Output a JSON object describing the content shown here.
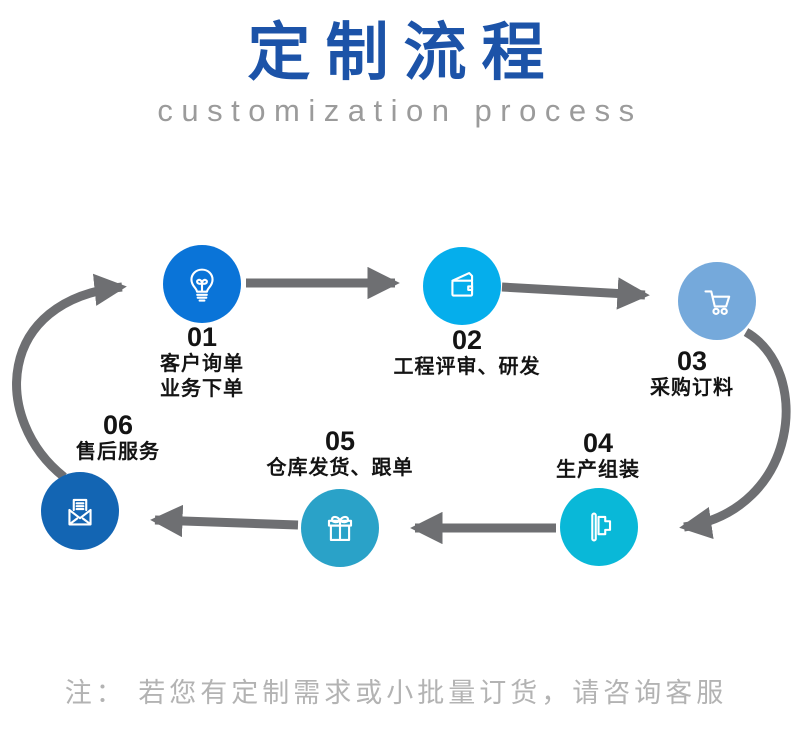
{
  "header": {
    "title": "定制流程",
    "subtitle": "customization process"
  },
  "steps": [
    {
      "num": "01",
      "label_lines": [
        "客户询单",
        "业务下单"
      ],
      "icon": "lightbulb-icon",
      "color": "#0a74d8"
    },
    {
      "num": "02",
      "label_lines": [
        "工程评审、研发"
      ],
      "icon": "wallet-icon",
      "color": "#05aeec"
    },
    {
      "num": "03",
      "label_lines": [
        "采购订料"
      ],
      "icon": "cart-icon",
      "color": "#75a9db"
    },
    {
      "num": "04",
      "label_lines": [
        "生产组装"
      ],
      "icon": "flag-icon",
      "color": "#09b8d8"
    },
    {
      "num": "05",
      "label_lines": [
        "仓库发货、跟单"
      ],
      "icon": "gift-icon",
      "color": "#2aa2c8"
    },
    {
      "num": "06",
      "label_lines": [
        "售后服务"
      ],
      "icon": "envelope-icon",
      "color": "#1365b3"
    }
  ],
  "note": "注： 若您有定制需求或小批量订货，请咨询客服",
  "colors": {
    "title": "#1c53a8",
    "subtitle": "#9b9b9b",
    "arrow": "#6e6f72",
    "label": "#141414",
    "note": "#b3b3b3"
  }
}
